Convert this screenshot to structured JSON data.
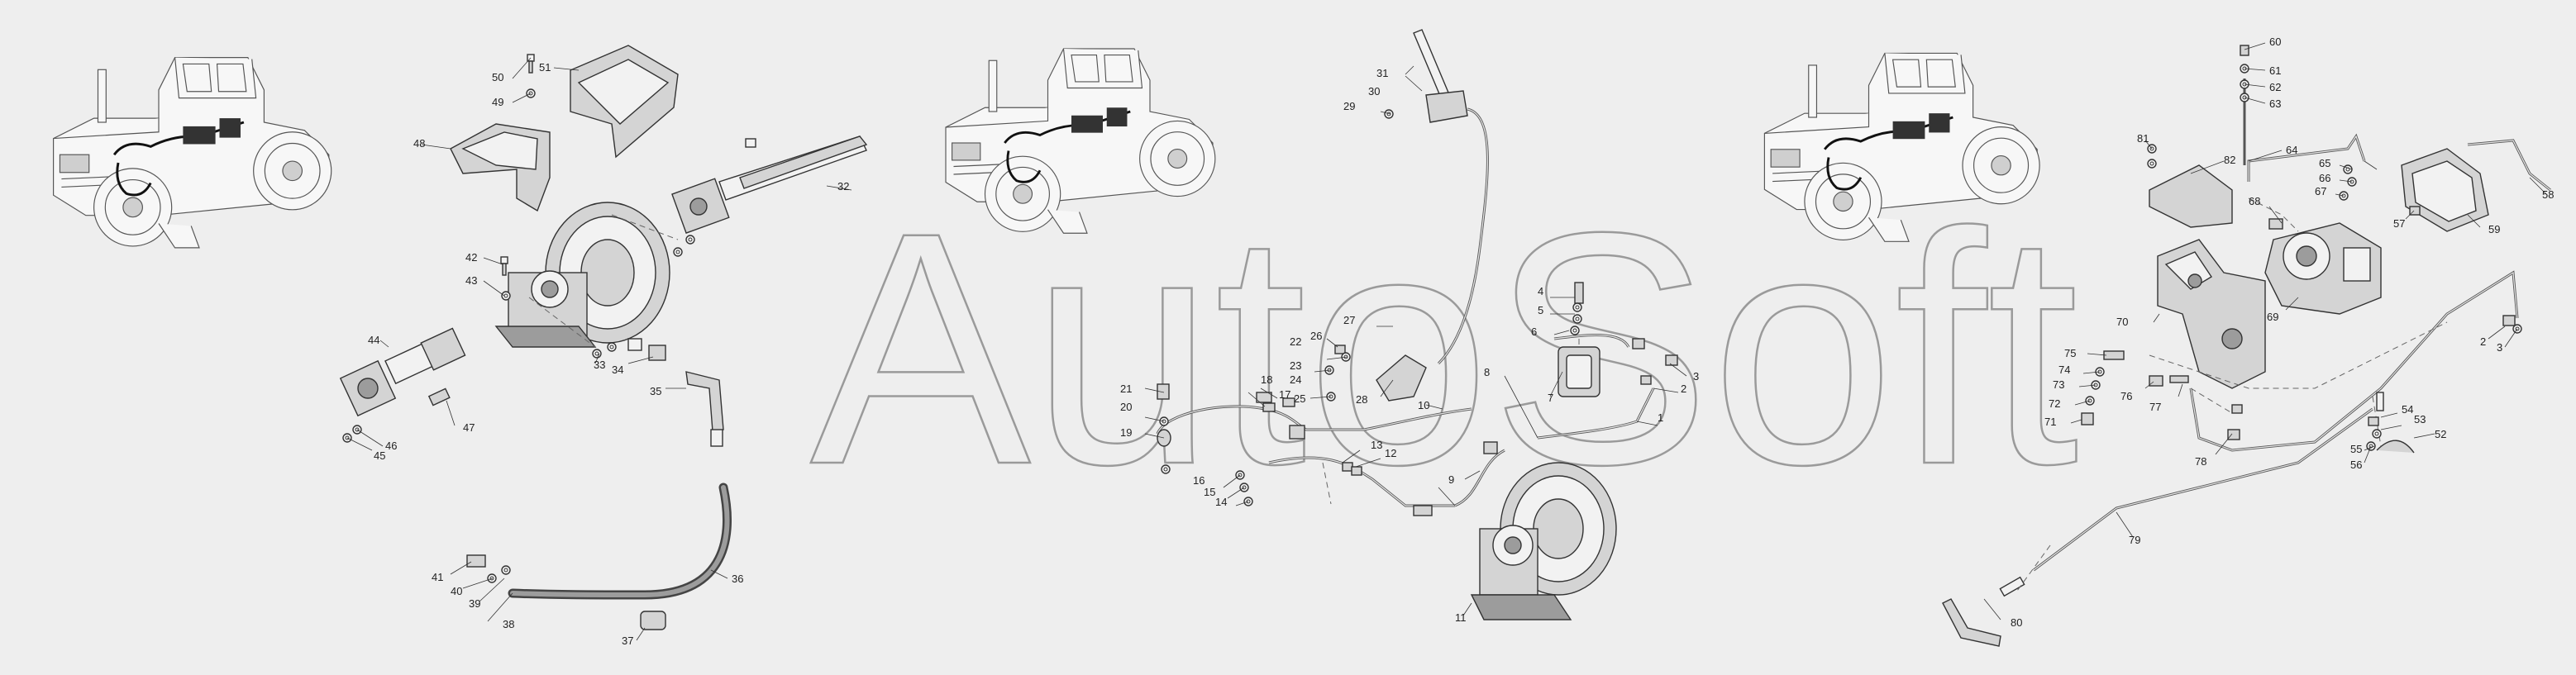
{
  "watermark": "AutoSoft",
  "panels": [
    {
      "name": "left-panel",
      "callouts": [
        "32",
        "33",
        "34",
        "35",
        "36",
        "37",
        "38",
        "39",
        "40",
        "41",
        "42",
        "43",
        "44",
        "45",
        "46",
        "47",
        "48",
        "49",
        "50",
        "51"
      ]
    },
    {
      "name": "middle-panel",
      "callouts": [
        "1",
        "2",
        "3",
        "4",
        "5",
        "6",
        "7",
        "8",
        "9",
        "10",
        "11",
        "12",
        "13",
        "14",
        "15",
        "16",
        "17",
        "18",
        "19",
        "20",
        "21",
        "22",
        "23",
        "24",
        "25",
        "26",
        "27",
        "28",
        "29",
        "30",
        "31"
      ]
    },
    {
      "name": "right-panel",
      "callouts": [
        "2",
        "3",
        "52",
        "53",
        "54",
        "55",
        "56",
        "57",
        "58",
        "59",
        "60",
        "61",
        "62",
        "63",
        "64",
        "65",
        "66",
        "67",
        "68",
        "69",
        "70",
        "71",
        "72",
        "73",
        "74",
        "75",
        "76",
        "77",
        "78",
        "79",
        "80",
        "81",
        "82"
      ]
    }
  ]
}
